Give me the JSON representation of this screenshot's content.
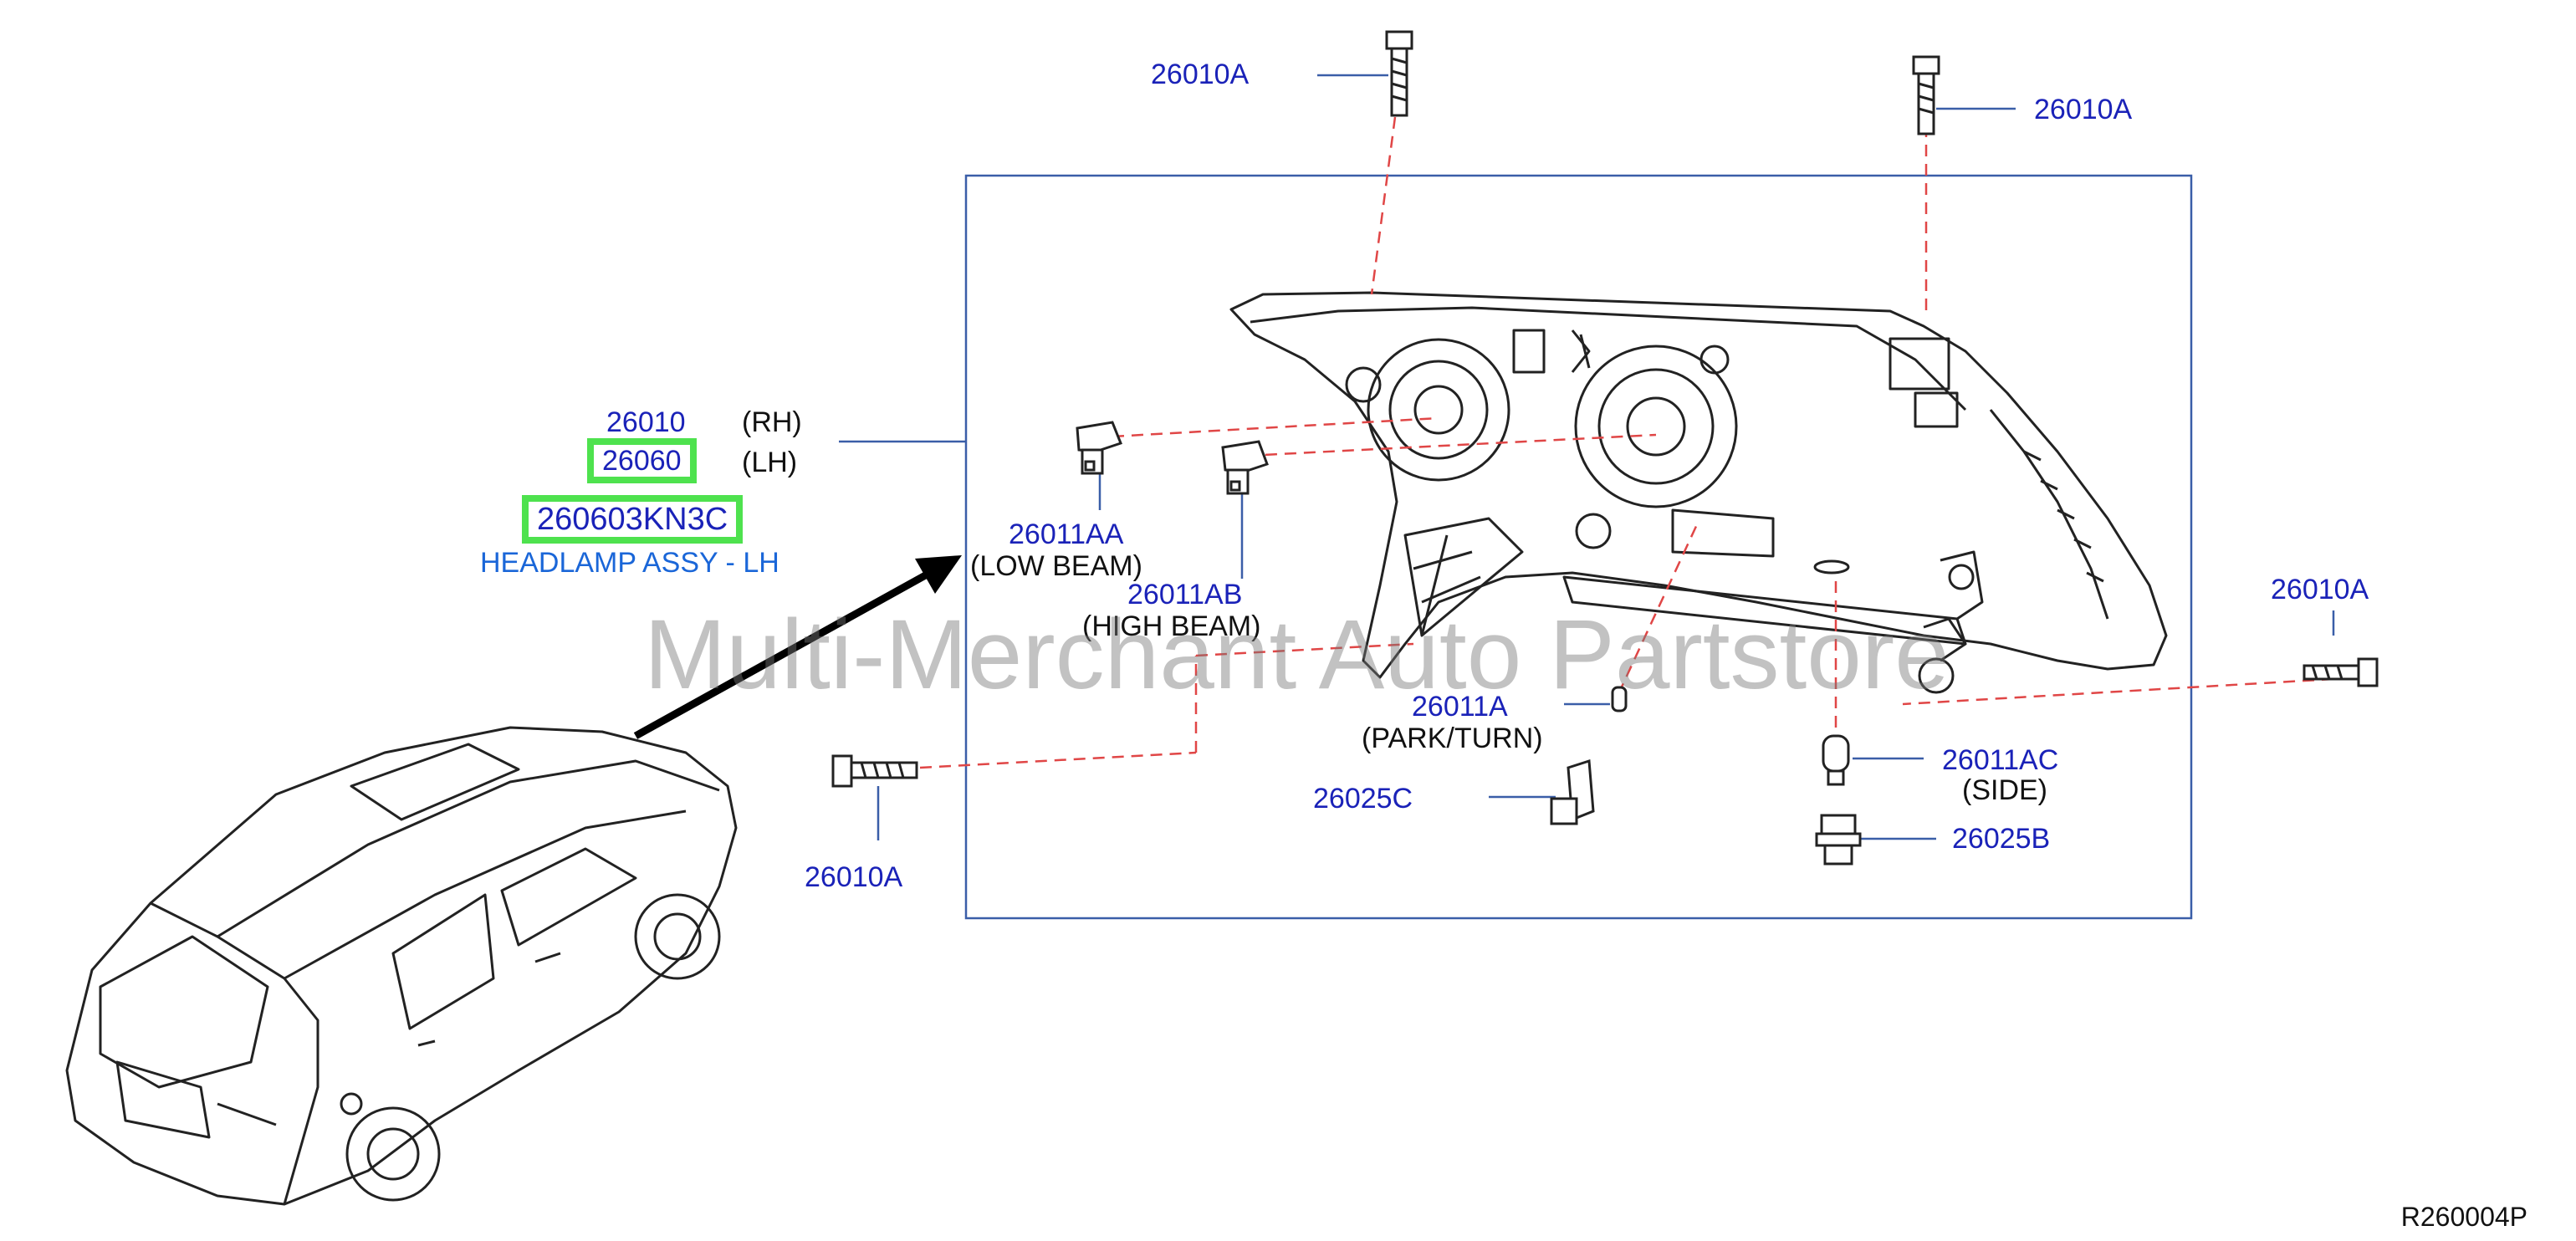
{
  "diagram": {
    "parts": {
      "p_26010A_top_left": "26010A",
      "p_26010A_top_right": "26010A",
      "p_26010A_right": "26010A",
      "p_26010A_bottom_left": "26010A",
      "p_26010": "26010",
      "p_rh": "(RH)",
      "p_26060": "26060",
      "p_lh": "(LH)",
      "p_full": "260603KN3C",
      "p_assy": "HEADLAMP ASSY - LH",
      "p_26011AA": "26011AA",
      "p_low_beam": "(LOW   BEAM)",
      "p_26011AB": "26011AB",
      "p_high_beam": "(HIGH   BEAM)",
      "p_26011A": "26011A",
      "p_park_turn": "(PARK/TURN)",
      "p_26025C": "26025C",
      "p_26011AC": "26011AC",
      "p_side": "(SIDE)",
      "p_26025B": "26025B"
    },
    "watermark": "Multi-Merchant Auto Partstore",
    "drawing_code": "R260004P",
    "colors": {
      "part_number": "#1a22b8",
      "highlight": "#4ee24e",
      "leader_dashed": "#e04646",
      "frame": "#3a5ea8",
      "assy_link": "#1a66d8"
    }
  }
}
